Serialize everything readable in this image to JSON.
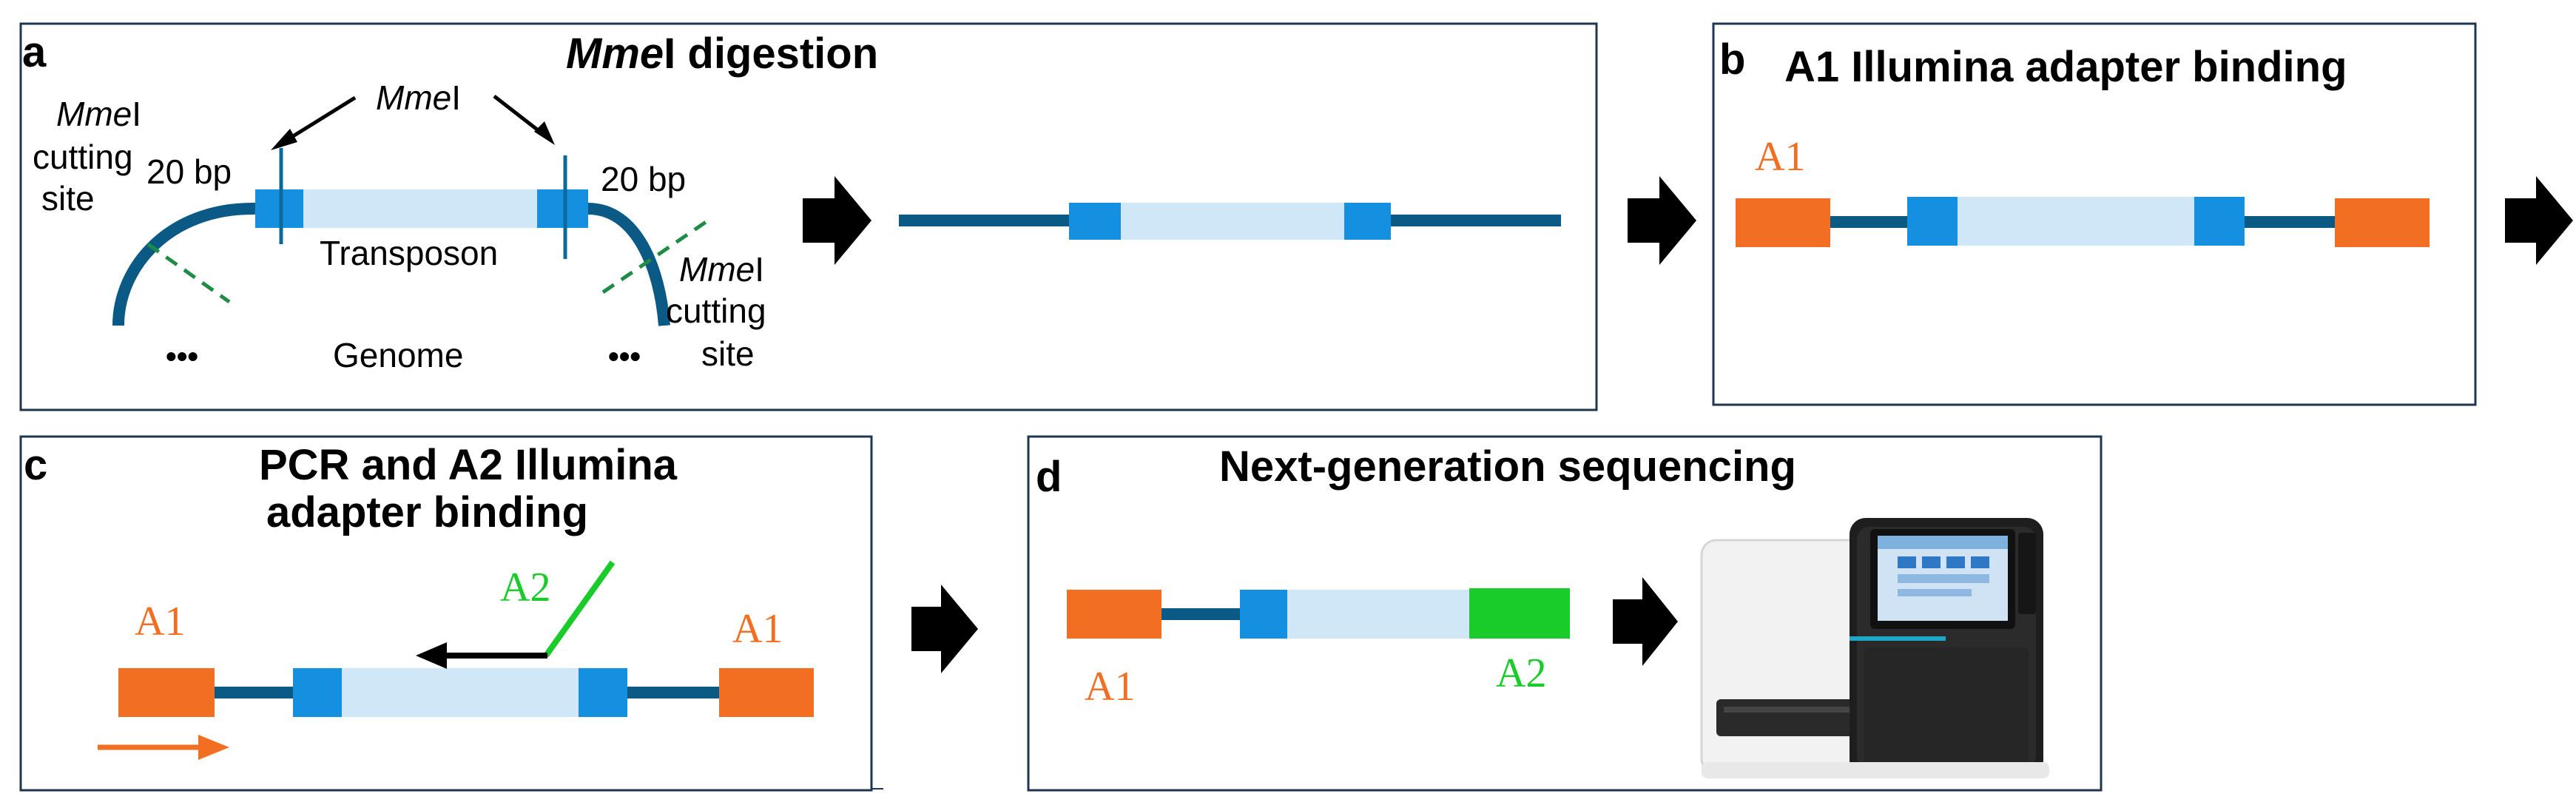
{
  "panels": {
    "a": {
      "letter": "a",
      "title_italic": "Mme",
      "title_rest": "I digestion",
      "enzyme_italic": "Mme",
      "enzyme_rest": "I",
      "cut_left_line1_italic": "Mme",
      "cut_left_line1_rest": "I",
      "cut_left_line2": "cutting",
      "cut_left_line3": "site",
      "bp_left": "20 bp",
      "bp_right": "20 bp",
      "transposon": "Transposon",
      "genome": "Genome",
      "ellipsis_left": "•••",
      "ellipsis_right": "•••",
      "cut_right_line1_italic": "Mme",
      "cut_right_line1_rest": "I",
      "cut_right_line2": "cutting",
      "cut_right_line3": "site"
    },
    "b": {
      "letter": "b",
      "title": "A1 Illumina adapter binding",
      "adapter_left": "A1",
      "adapter_right": "A1"
    },
    "c": {
      "letter": "c",
      "title_line1": "PCR and A2 Illumina",
      "title_line2": "adapter binding",
      "adapter_left": "A1",
      "adapter_right": "A1",
      "primer": "A2"
    },
    "d": {
      "letter": "d",
      "title": "Next-generation sequencing",
      "adapter_left": "A1",
      "adapter_right": "A2"
    }
  },
  "colors": {
    "strand": "#0b5a85",
    "transposon": "#cfe7f7",
    "transposon_end": "#1590e0",
    "adapter_a1": "#f26e22",
    "adapter_a2": "#19cc2a",
    "cut_site": "#1f8c45",
    "panel_border": "#1f3550"
  }
}
